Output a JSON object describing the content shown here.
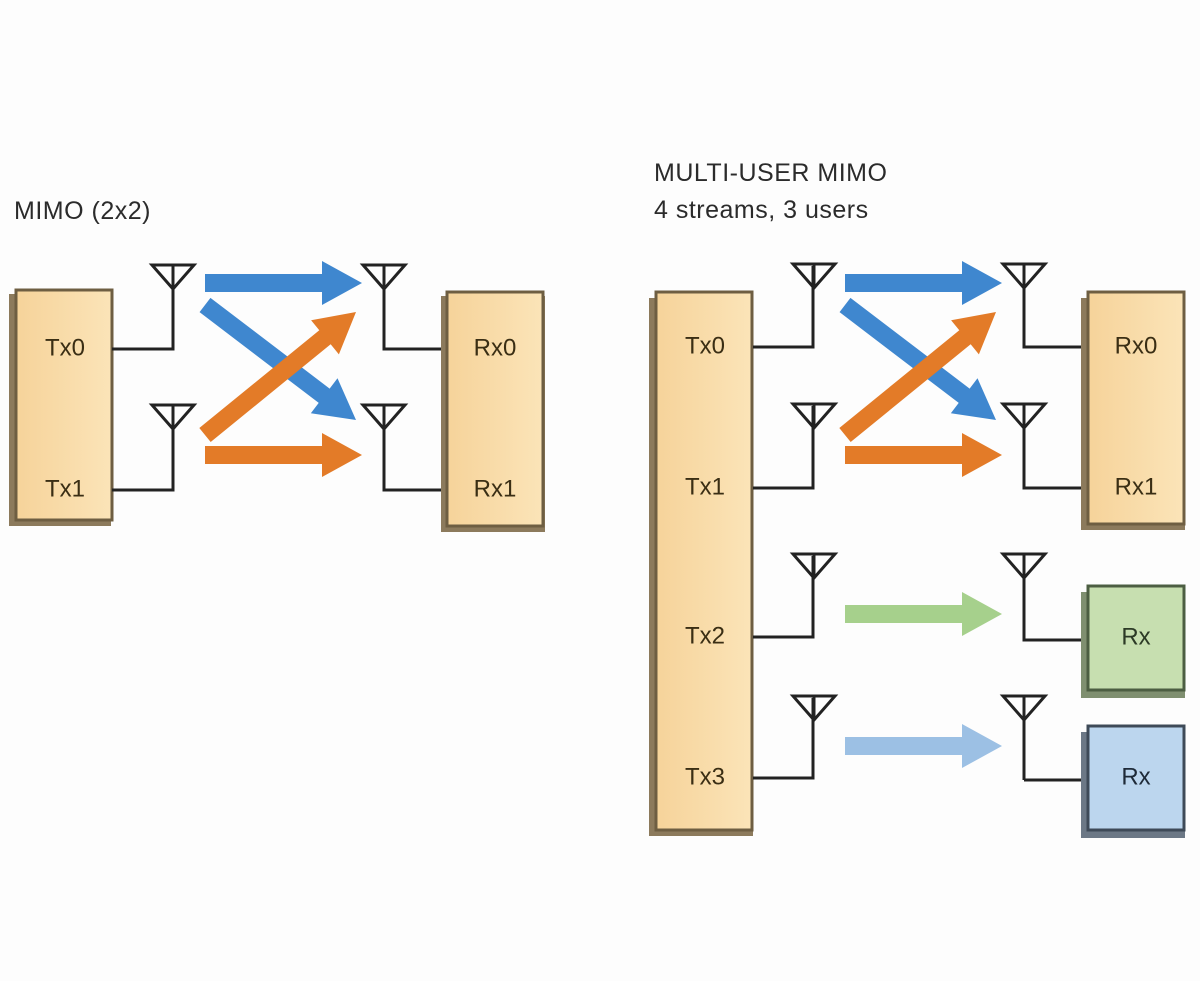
{
  "diagrams": [
    {
      "id": "mimo",
      "title_lines": [
        "MIMO (2x2)"
      ],
      "transmitter": {
        "labels": [
          "Tx0",
          "Tx1"
        ],
        "color": "#f8d9a0"
      },
      "receiver": {
        "labels": [
          "Rx0",
          "Rx1"
        ],
        "color": "#f8d9a0"
      },
      "streams": [
        {
          "from": "Tx0",
          "to": "Rx0",
          "color": "#3f87cf"
        },
        {
          "from": "Tx0",
          "to": "Rx1",
          "color": "#3f87cf"
        },
        {
          "from": "Tx1",
          "to": "Rx0",
          "color": "#e37b28"
        },
        {
          "from": "Tx1",
          "to": "Rx1",
          "color": "#e37b28"
        }
      ]
    },
    {
      "id": "mu-mimo",
      "title_lines": [
        "MULTI-USER MIMO",
        "4 streams, 3 users"
      ],
      "transmitter": {
        "labels": [
          "Tx0",
          "Tx1",
          "Tx2",
          "Tx3"
        ],
        "color": "#f8d9a0"
      },
      "receivers": [
        {
          "labels": [
            "Rx0",
            "Rx1"
          ],
          "color": "#f8d9a0"
        },
        {
          "labels": [
            "Rx"
          ],
          "color": "#c7dfb0"
        },
        {
          "labels": [
            "Rx"
          ],
          "color": "#bcd6ee"
        }
      ],
      "streams": [
        {
          "from": "Tx0",
          "to": "Rx0",
          "color": "#3f87cf"
        },
        {
          "from": "Tx0",
          "to": "Rx1",
          "color": "#3f87cf"
        },
        {
          "from": "Tx1",
          "to": "Rx0",
          "color": "#e37b28"
        },
        {
          "from": "Tx1",
          "to": "Rx1",
          "color": "#e37b28"
        },
        {
          "from": "Tx2",
          "to": "Rx (user 2)",
          "color": "#a6d08c"
        },
        {
          "from": "Tx3",
          "to": "Rx (user 3)",
          "color": "#9cc0e4"
        }
      ]
    }
  ]
}
